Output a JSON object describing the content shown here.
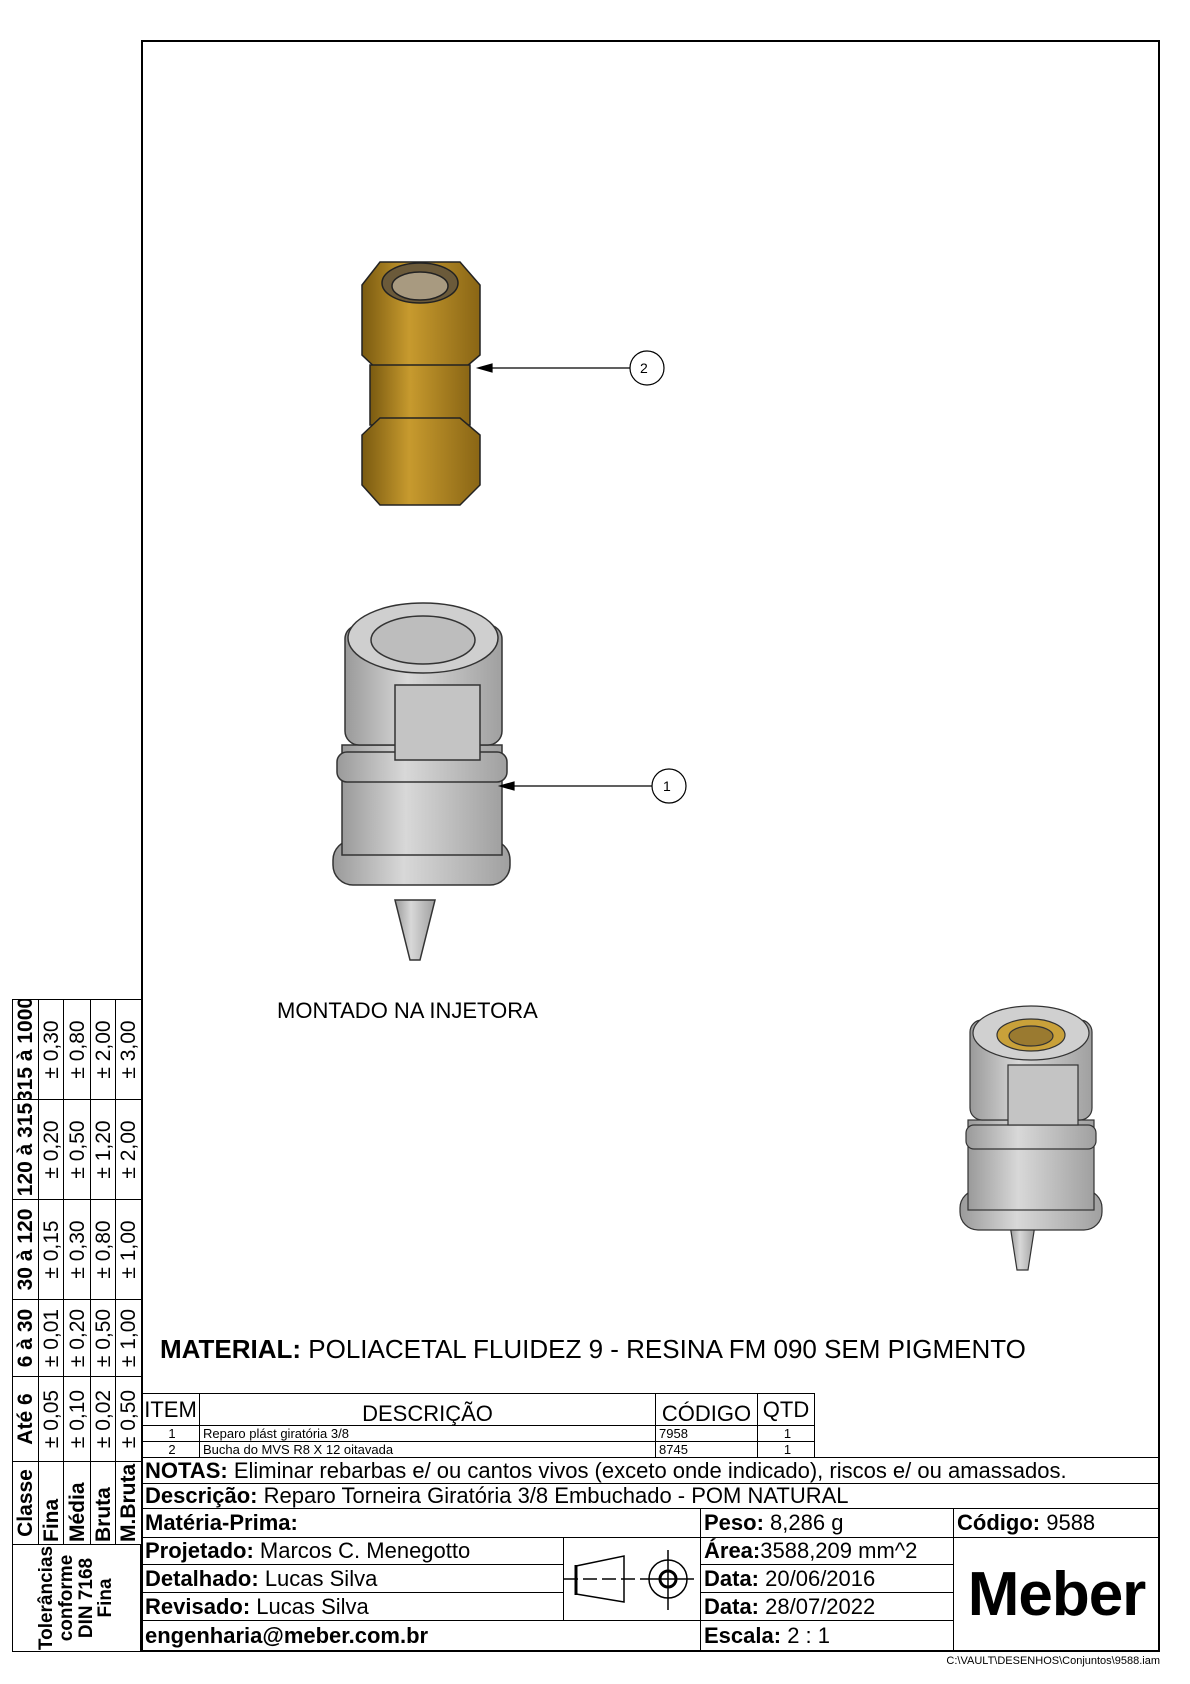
{
  "views": {
    "label": "MONTADO NA INJETORA",
    "balloon_1": "1",
    "balloon_2": "2"
  },
  "material": {
    "label": "MATERIAL:",
    "value": "POLIACETAL  FLUIDEZ  9  - RESINA FM 090 SEM PIGMENTO"
  },
  "parts_list": {
    "headers": [
      "ITEM",
      "DESCRIÇÃO",
      "CÓDIGO",
      "QTD"
    ],
    "rows": [
      {
        "item": "1",
        "desc": "Reparo plást giratória 3/8",
        "code": "7958",
        "qty": "1"
      },
      {
        "item": "2",
        "desc": "Bucha do MVS R8 X 12 oitavada",
        "code": "8745",
        "qty": "1"
      }
    ]
  },
  "notes": {
    "label": "NOTAS:",
    "value": "Eliminar rebarbas e/ ou cantos vivos (exceto onde indicado), riscos e/ ou amassados."
  },
  "title_block": {
    "descricao_label": "Descrição:",
    "descricao": "Reparo Torneira Giratória 3/8 Embuchado - POM NATURAL",
    "materia_label": "Matéria-Prima:",
    "peso_label": "Peso:",
    "peso": "8,286 g",
    "codigo_label": "Código:",
    "codigo": "9588",
    "area_label": "Área:",
    "area": "3588,209 mm^2",
    "data1_label": "Data:",
    "data1": "20/06/2016",
    "data2_label": "Data:",
    "data2": "28/07/2022",
    "escala_label": "Escala:",
    "escala": "2 : 1",
    "projetado_label": "Projetado:",
    "projetado": "Marcos C. Menegotto",
    "detalhado_label": "Detalhado:",
    "detalhado": "Lucas Silva",
    "revisado_label": "Revisado:",
    "revisado": "Lucas Silva",
    "email": "engenharia@meber.com.br",
    "logo": "Meber",
    "file_path": "C:\\VAULT\\DESENHOS\\Conjuntos\\9588.iam"
  },
  "tolerances": {
    "title": "Tolerâncias conforme DIN 7168 Fina",
    "headers": [
      "Classe",
      "Até 6",
      "6 à 30",
      "30 à 120",
      "120 à 315",
      "315 à 1000"
    ],
    "rows": [
      [
        "Fina",
        "± 0,05",
        "± 0,01",
        "± 0,15",
        "± 0,20",
        "± 0,30"
      ],
      [
        "Média",
        "± 0,10",
        "± 0,20",
        "± 0,30",
        "± 0,50",
        "± 0,80"
      ],
      [
        "Bruta",
        "± 0,02",
        "± 0,50",
        "± 0,80",
        "± 1,20",
        "± 2,00"
      ],
      [
        "M.Bruta",
        "± 0,50",
        "± 1,00",
        "± 1,00",
        "± 2,00",
        "± 3,00"
      ]
    ]
  }
}
